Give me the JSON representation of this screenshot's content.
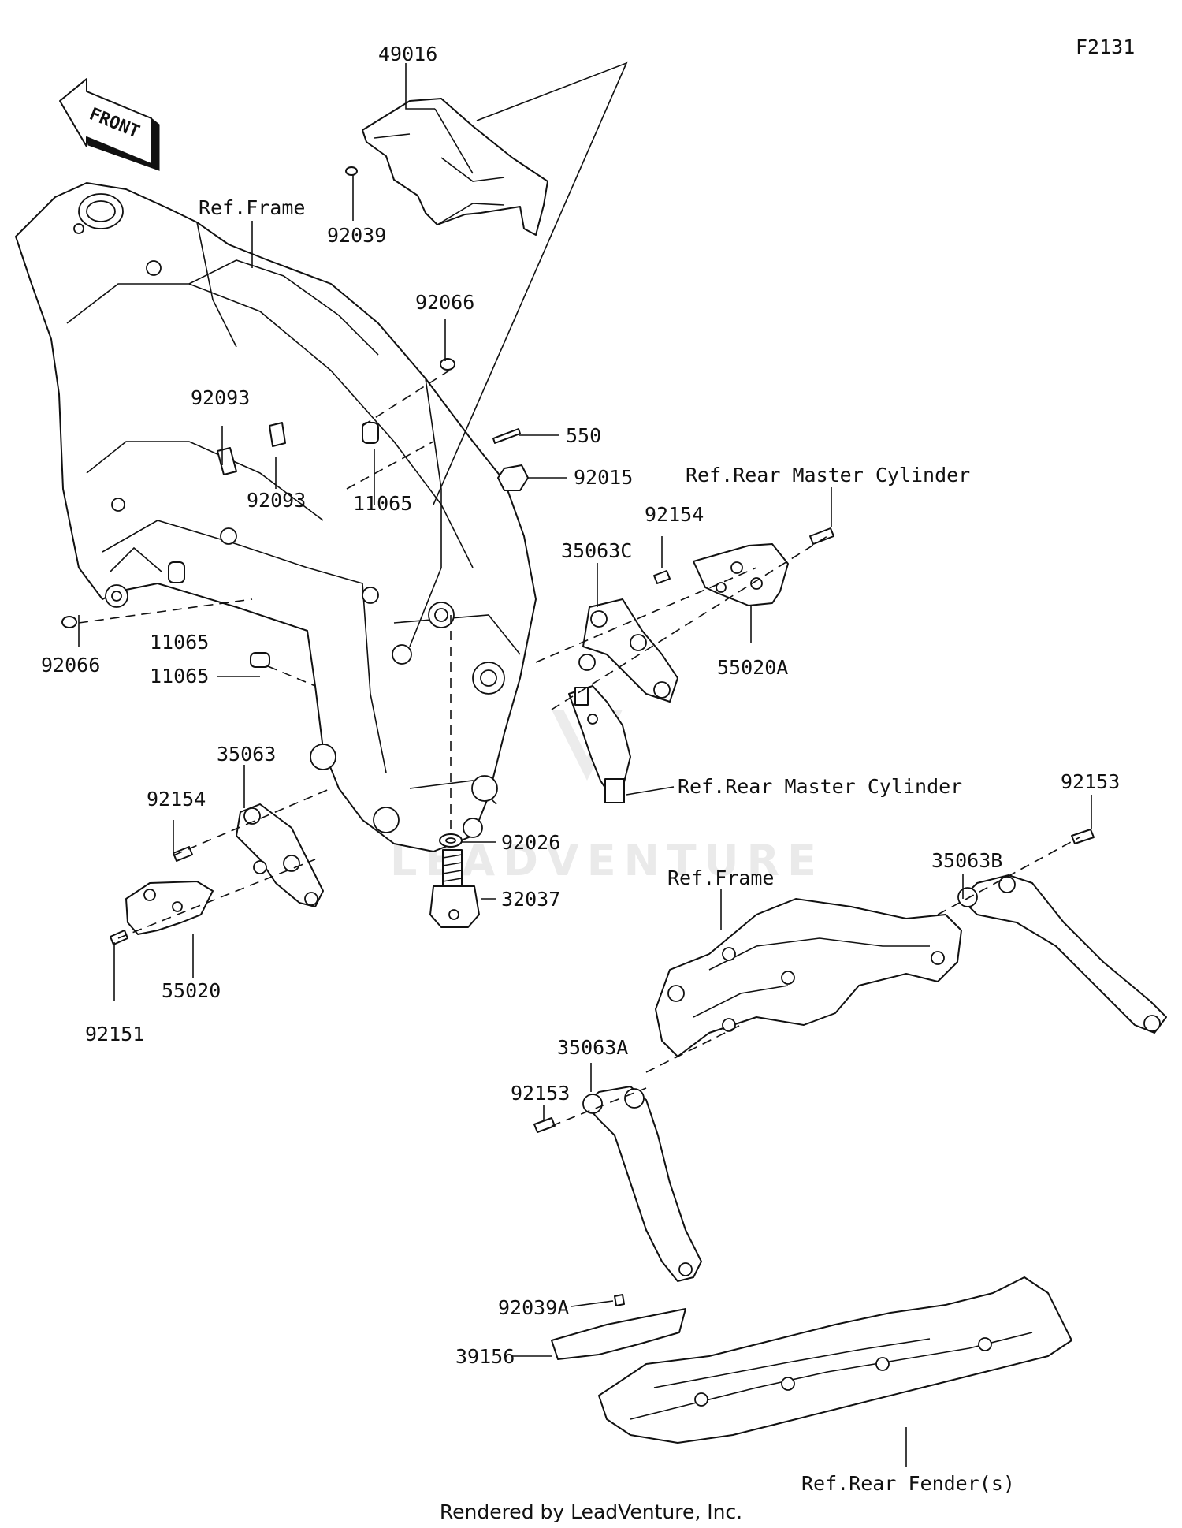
{
  "diagram_id": "F2131",
  "front_label": "FRONT",
  "watermark": "LEADVENTURE",
  "footer": "Rendered by LeadVenture, Inc.",
  "callouts": {
    "p49016": "49016",
    "p92039": "92039",
    "ref_frame_top": "Ref.Frame",
    "p92066_top": "92066",
    "p92093_a": "92093",
    "p92093_b": "92093",
    "p11065_a": "11065",
    "p550": "550",
    "p92015": "92015",
    "ref_rmc_top": "Ref.Rear Master Cylinder",
    "p92154_r": "92154",
    "p35063C": "35063C",
    "p55020A": "55020A",
    "p11065_b": "11065",
    "p92066_left": "92066",
    "p11065_c": "11065",
    "p35063": "35063",
    "p92154_l": "92154",
    "ref_rmc_mid": "Ref.Rear Master Cylinder",
    "p92026": "92026",
    "p32037": "32037",
    "p55020": "55020",
    "p92151": "92151",
    "p92153_r": "92153",
    "p35063B": "35063B",
    "ref_frame_sub": "Ref.Frame",
    "p35063A": "35063A",
    "p92153_l": "92153",
    "p92039A": "92039A",
    "p39156": "39156",
    "ref_rear_fender": "Ref.Rear Fender(s)"
  }
}
